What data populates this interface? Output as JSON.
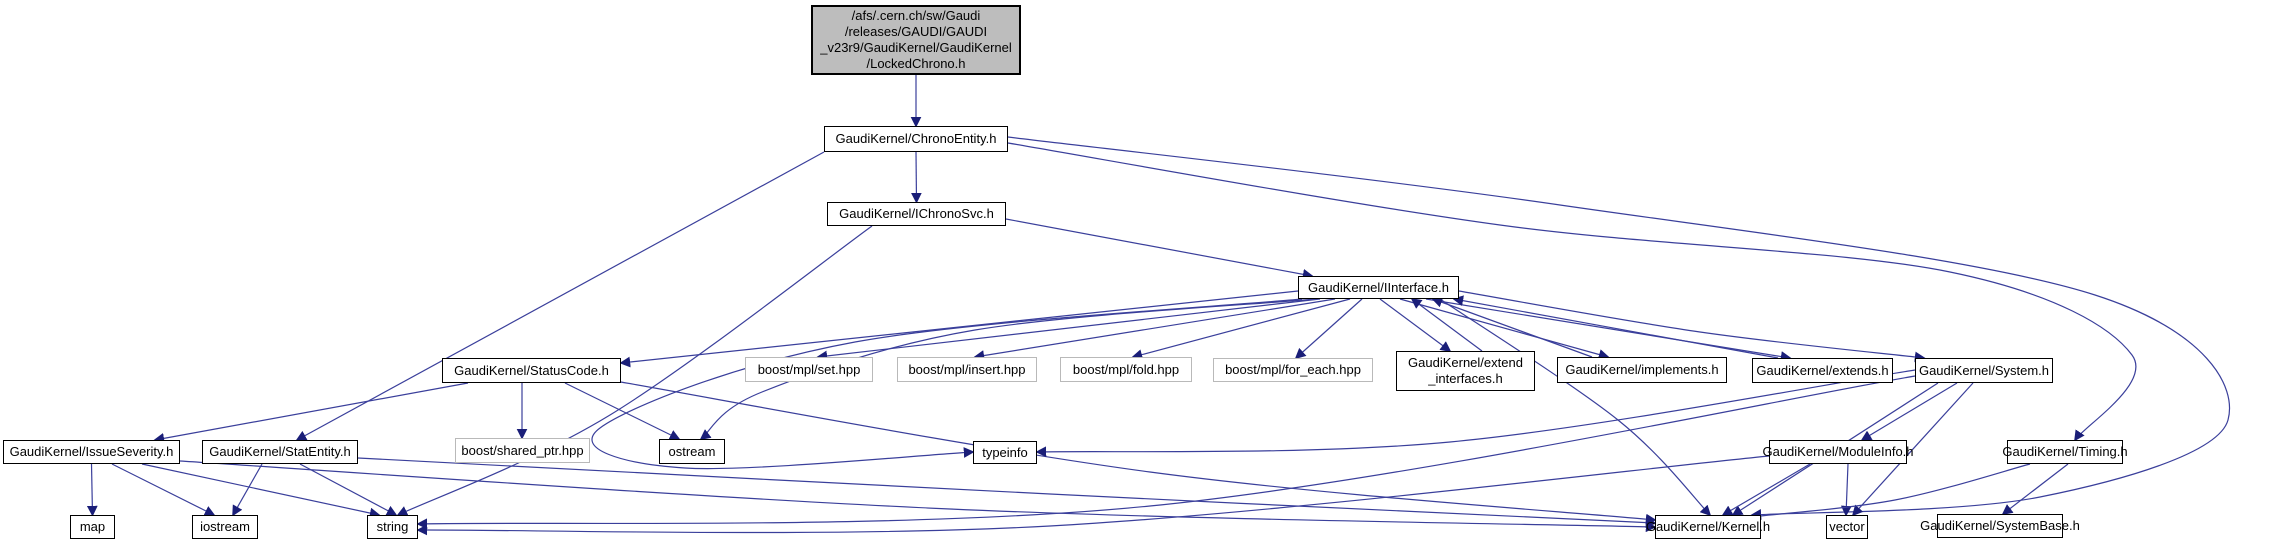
{
  "diagram": {
    "kind": "include-dependency-graph",
    "colors": {
      "background": "#ffffff",
      "edge": "#3a3f9b",
      "arrow": "#1a1e78",
      "node_border": "#000000",
      "external_node_border": "#b9b9b9",
      "root_fill": "#bdbdbd"
    },
    "nodes": [
      {
        "id": "locked",
        "label": "/afs/.cern.ch/sw/Gaudi\n/releases/GAUDI/GAUDI\n_v23r9/GaudiKernel/GaudiKernel\n/LockedChrono.h",
        "type": "root"
      },
      {
        "id": "chrono_entity",
        "label": "GaudiKernel/ChronoEntity.h",
        "type": "internal"
      },
      {
        "id": "ichronosvc",
        "label": "GaudiKernel/IChronoSvc.h",
        "type": "internal"
      },
      {
        "id": "iinterface",
        "label": "GaudiKernel/IInterface.h",
        "type": "internal"
      },
      {
        "id": "statuscode",
        "label": "GaudiKernel/StatusCode.h",
        "type": "internal"
      },
      {
        "id": "mpl_set",
        "label": "boost/mpl/set.hpp",
        "type": "external"
      },
      {
        "id": "mpl_insert",
        "label": "boost/mpl/insert.hpp",
        "type": "external"
      },
      {
        "id": "mpl_fold",
        "label": "boost/mpl/fold.hpp",
        "type": "external"
      },
      {
        "id": "mpl_for_each",
        "label": "boost/mpl/for_each.hpp",
        "type": "external"
      },
      {
        "id": "extend_interfaces",
        "label": "GaudiKernel/extend\n_interfaces.h",
        "type": "internal"
      },
      {
        "id": "implements",
        "label": "GaudiKernel/implements.h",
        "type": "internal"
      },
      {
        "id": "extends",
        "label": "GaudiKernel/extends.h",
        "type": "internal"
      },
      {
        "id": "system",
        "label": "GaudiKernel/System.h",
        "type": "internal"
      },
      {
        "id": "issueseverity",
        "label": "GaudiKernel/IssueSeverity.h",
        "type": "internal"
      },
      {
        "id": "stat_entity",
        "label": "GaudiKernel/StatEntity.h",
        "type": "internal"
      },
      {
        "id": "shared_ptr",
        "label": "boost/shared_ptr.hpp",
        "type": "external"
      },
      {
        "id": "ostream",
        "label": "ostream",
        "type": "internal"
      },
      {
        "id": "typeinfo",
        "label": "typeinfo",
        "type": "internal"
      },
      {
        "id": "moduleinfo",
        "label": "GaudiKernel/ModuleInfo.h",
        "type": "internal"
      },
      {
        "id": "timing",
        "label": "GaudiKernel/Timing.h",
        "type": "internal"
      },
      {
        "id": "map",
        "label": "map",
        "type": "internal"
      },
      {
        "id": "iostream",
        "label": "iostream",
        "type": "internal"
      },
      {
        "id": "string",
        "label": "string",
        "type": "internal"
      },
      {
        "id": "kernel",
        "label": "GaudiKernel/Kernel.h",
        "type": "internal"
      },
      {
        "id": "vector",
        "label": "vector",
        "type": "internal"
      },
      {
        "id": "systembase",
        "label": "GaudiKernel/SystemBase.h",
        "type": "internal"
      }
    ],
    "edges": [
      {
        "from": "locked",
        "to": "chrono_entity"
      },
      {
        "from": "chrono_entity",
        "to": "ichronosvc"
      },
      {
        "from": "chrono_entity",
        "to": "stat_entity"
      },
      {
        "from": "chrono_entity",
        "to": "timing"
      },
      {
        "from": "chrono_entity",
        "to": "kernel"
      },
      {
        "from": "ichronosvc",
        "to": "iinterface"
      },
      {
        "from": "ichronosvc",
        "to": "string"
      },
      {
        "from": "iinterface",
        "to": "statuscode"
      },
      {
        "from": "iinterface",
        "to": "mpl_set"
      },
      {
        "from": "iinterface",
        "to": "mpl_insert"
      },
      {
        "from": "iinterface",
        "to": "mpl_fold"
      },
      {
        "from": "iinterface",
        "to": "mpl_for_each"
      },
      {
        "from": "iinterface",
        "to": "extend_interfaces"
      },
      {
        "from": "iinterface",
        "to": "implements"
      },
      {
        "from": "iinterface",
        "to": "extends"
      },
      {
        "from": "iinterface",
        "to": "system"
      },
      {
        "from": "iinterface",
        "to": "ostream"
      },
      {
        "from": "iinterface",
        "to": "typeinfo"
      },
      {
        "from": "iinterface",
        "to": "kernel"
      },
      {
        "from": "extend_interfaces",
        "to": "iinterface"
      },
      {
        "from": "implements",
        "to": "iinterface"
      },
      {
        "from": "extends",
        "to": "iinterface"
      },
      {
        "from": "statuscode",
        "to": "issueseverity"
      },
      {
        "from": "statuscode",
        "to": "shared_ptr"
      },
      {
        "from": "statuscode",
        "to": "ostream"
      },
      {
        "from": "statuscode",
        "to": "kernel"
      },
      {
        "from": "issueseverity",
        "to": "map"
      },
      {
        "from": "issueseverity",
        "to": "iostream"
      },
      {
        "from": "issueseverity",
        "to": "string"
      },
      {
        "from": "issueseverity",
        "to": "kernel"
      },
      {
        "from": "stat_entity",
        "to": "iostream"
      },
      {
        "from": "stat_entity",
        "to": "string"
      },
      {
        "from": "stat_entity",
        "to": "kernel"
      },
      {
        "from": "system",
        "to": "typeinfo"
      },
      {
        "from": "system",
        "to": "string"
      },
      {
        "from": "system",
        "to": "moduleinfo"
      },
      {
        "from": "system",
        "to": "vector"
      },
      {
        "from": "system",
        "to": "kernel"
      },
      {
        "from": "moduleinfo",
        "to": "kernel"
      },
      {
        "from": "moduleinfo",
        "to": "string"
      },
      {
        "from": "moduleinfo",
        "to": "vector"
      },
      {
        "from": "timing",
        "to": "kernel"
      },
      {
        "from": "timing",
        "to": "systembase"
      }
    ]
  }
}
